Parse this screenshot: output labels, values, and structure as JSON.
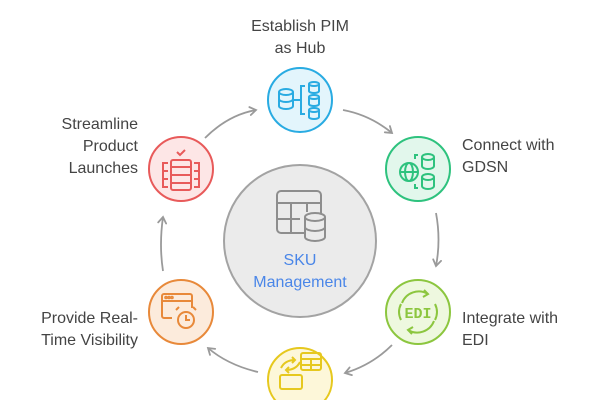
{
  "center": {
    "title_line1": "SKU",
    "title_line2": "Management",
    "icon": "table-database-icon",
    "color": "#4a86e8"
  },
  "steps": [
    {
      "label_line1": "Establish PIM",
      "label_line2": "as Hub",
      "icon": "database-hierarchy-icon",
      "color": "#29abe2",
      "fill": "#e3f5fc"
    },
    {
      "label_line1": "Connect with",
      "label_line2": "GDSN",
      "icon": "globe-database-icon",
      "color": "#2ec27e",
      "fill": "#e2f7ec"
    },
    {
      "label_line1": "Integrate with",
      "label_line2": "EDI",
      "icon": "edi-sync-icon",
      "color": "#8cc63f",
      "fill": "#eef8df"
    },
    {
      "label_line1": "",
      "label_line2": "",
      "icon": "data-exchange-icon",
      "color": "#e6c81e",
      "fill": "#fdf7d9"
    },
    {
      "label_line1": "Provide Real-",
      "label_line2": "Time Visibility",
      "icon": "browser-clock-icon",
      "color": "#e8893a",
      "fill": "#fcebdc"
    },
    {
      "label_line1": "Streamline",
      "label_line2": "Product",
      "label_line3": "Launches",
      "icon": "server-check-icon",
      "color": "#e85a5a",
      "fill": "#fde6e6"
    }
  ],
  "arrow_color": "#9a9a9a"
}
